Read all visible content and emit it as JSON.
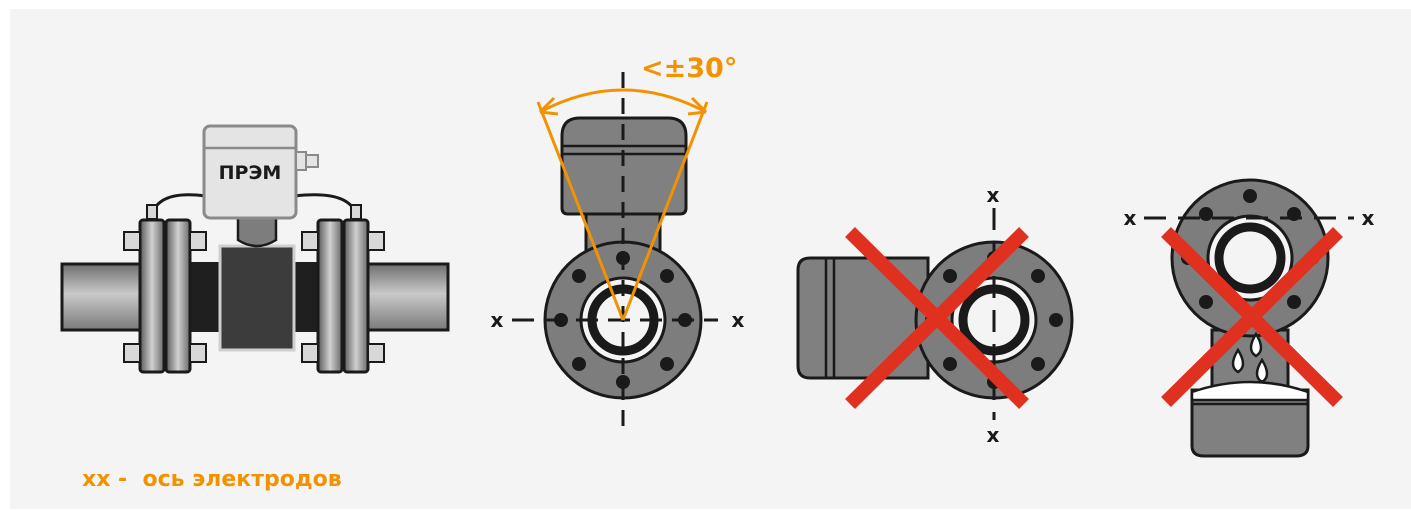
{
  "colors": {
    "accent": "#f39200",
    "cross": "#e03020",
    "body_grey": "#7d7d7d",
    "dark": "#1a1a1a",
    "background": "#f4f4f4"
  },
  "meter": {
    "label": "ПРЭМ"
  },
  "angle": {
    "label": "<±30°"
  },
  "axis": {
    "marker": "x"
  },
  "legend": {
    "text": "хх -  ось электродов"
  }
}
